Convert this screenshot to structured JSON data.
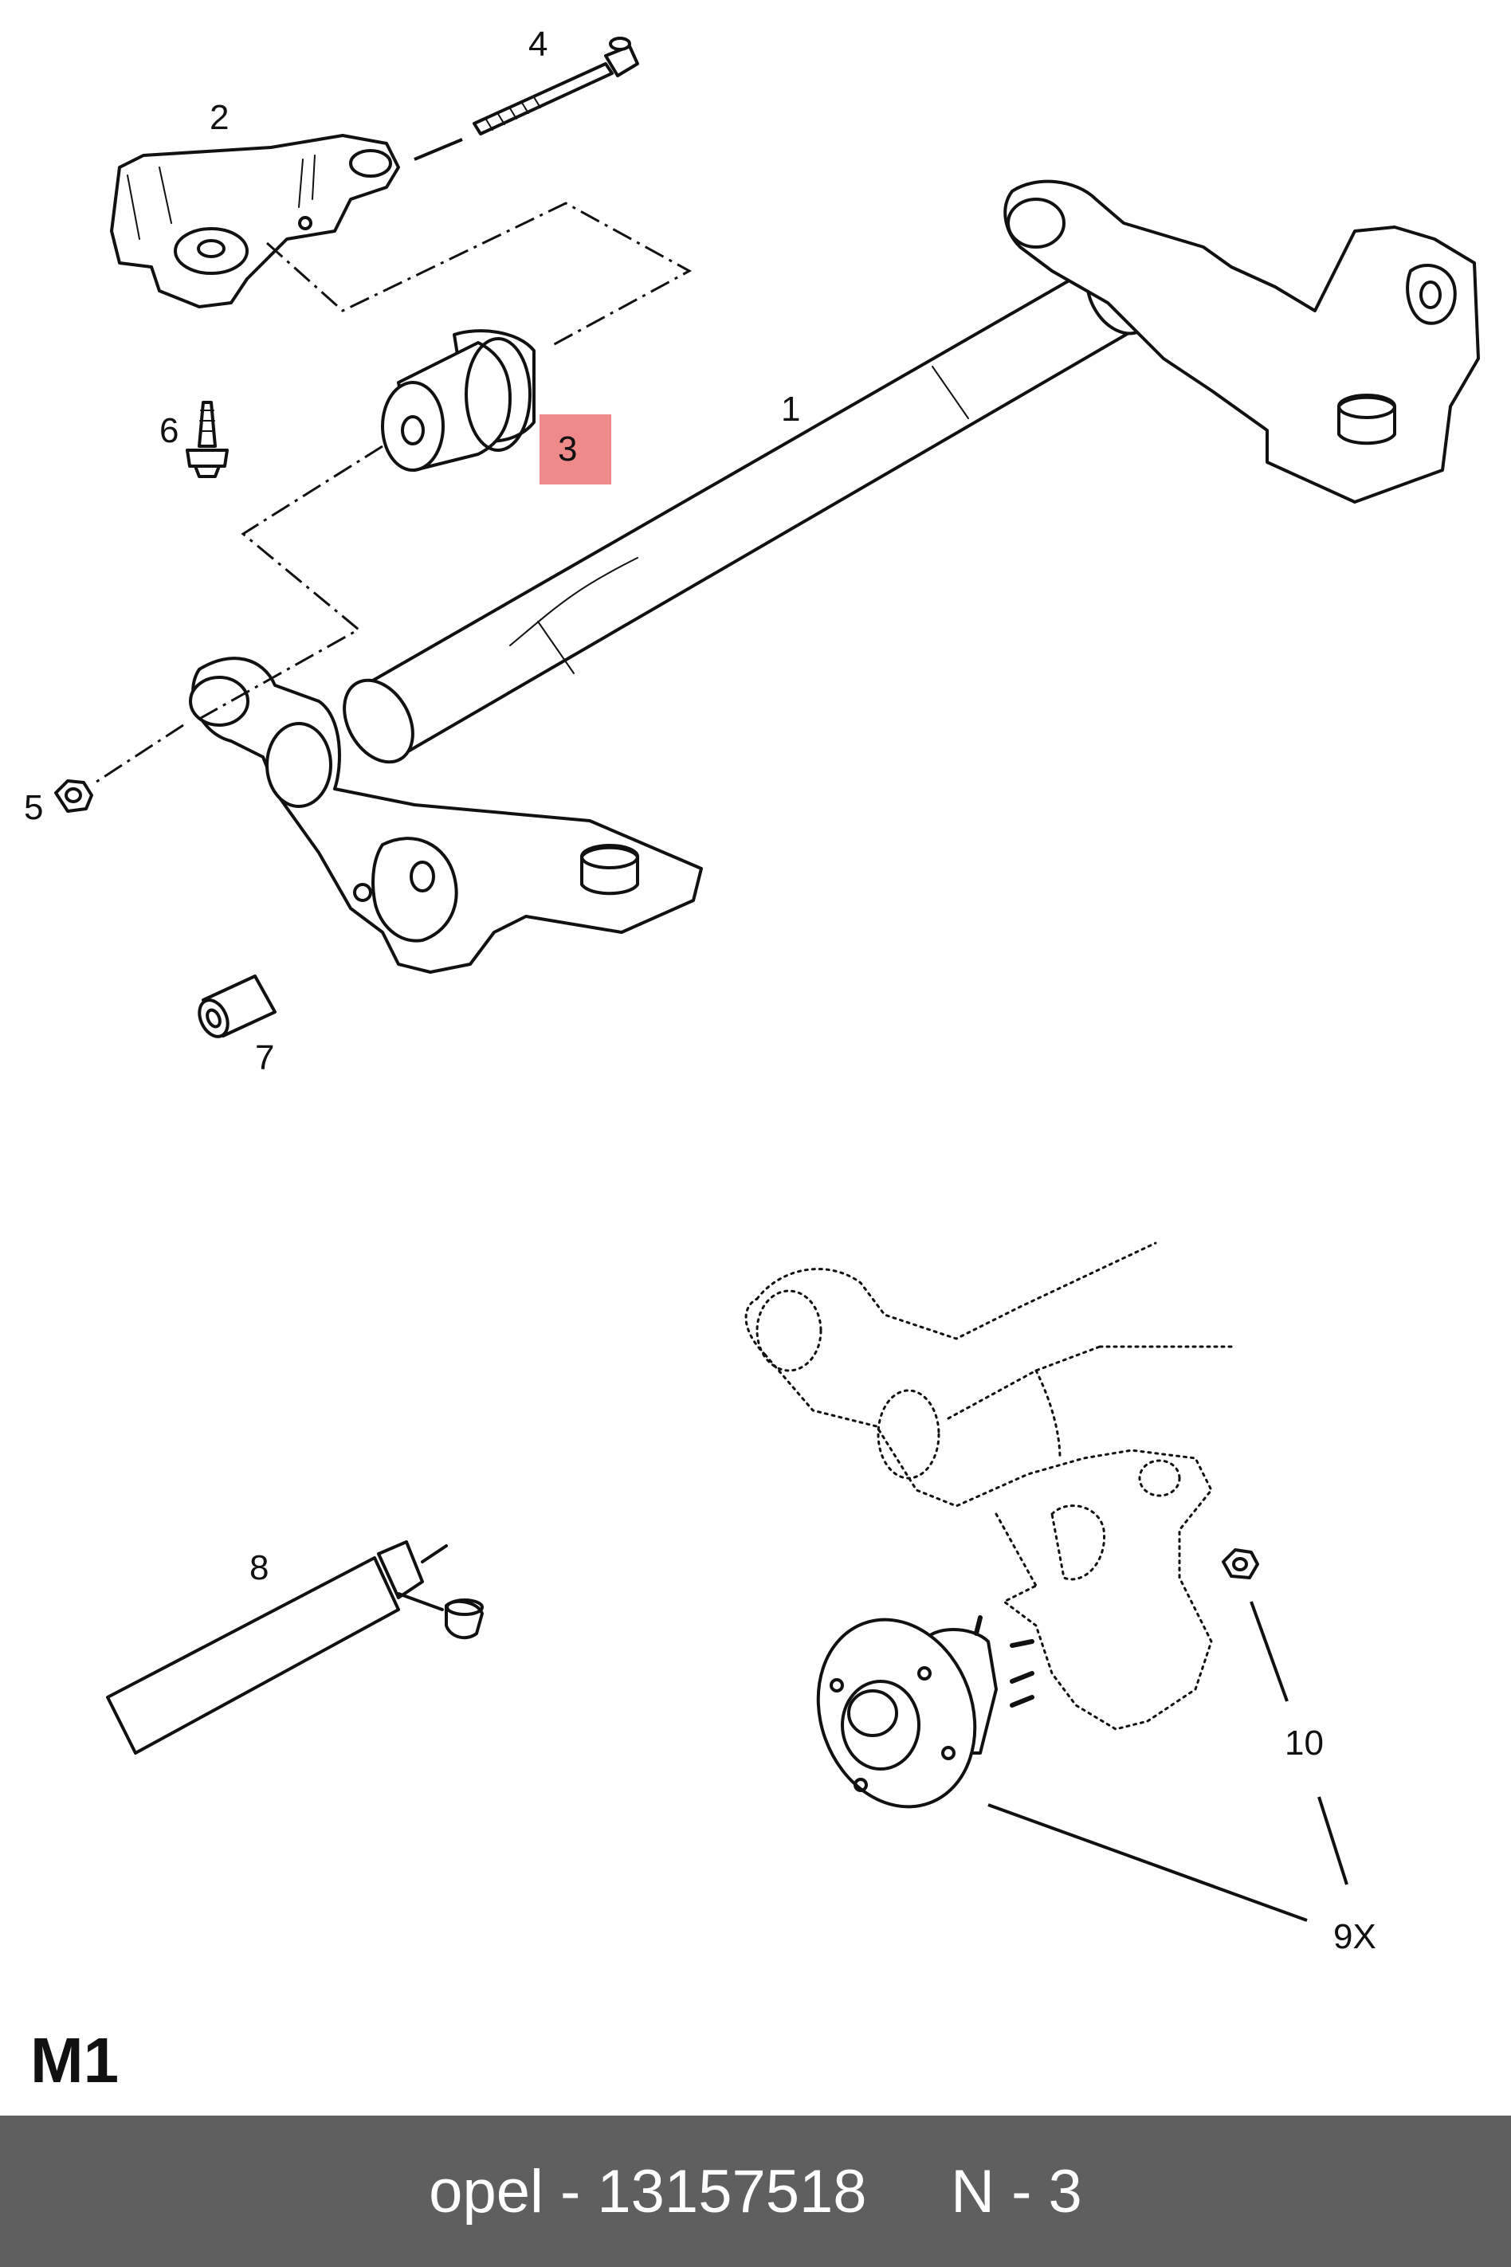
{
  "diagram": {
    "parts": [
      {
        "label": "1",
        "highlighted": false
      },
      {
        "label": "2",
        "highlighted": false
      },
      {
        "label": "3",
        "highlighted": true
      },
      {
        "label": "4",
        "highlighted": false
      },
      {
        "label": "5",
        "highlighted": false
      },
      {
        "label": "6",
        "highlighted": false
      },
      {
        "label": "7",
        "highlighted": false
      },
      {
        "label": "8",
        "highlighted": false
      },
      {
        "label": "10",
        "highlighted": false
      },
      {
        "label": "9X",
        "highlighted": false
      }
    ],
    "highlight_color": "#f08a8a",
    "line_color": "#111111"
  },
  "sheet_label": "M1",
  "footer": {
    "text": "opel - 13157518     N - 3",
    "background": "#5f5f5f"
  }
}
